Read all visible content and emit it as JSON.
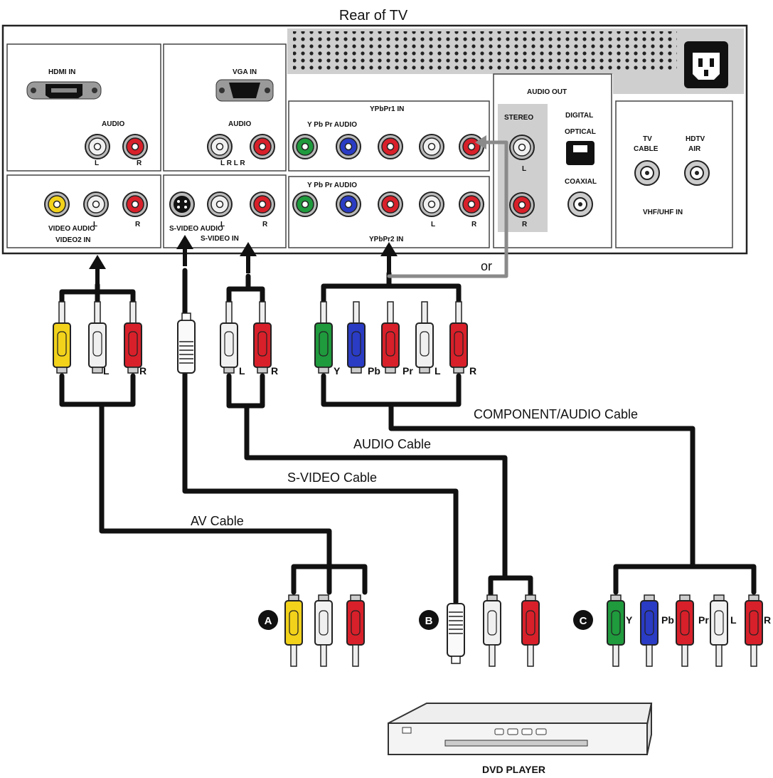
{
  "title": "Rear of TV",
  "panel": {
    "hdmi": {
      "title": "HDMI IN",
      "audio": "AUDIO",
      "l": "L",
      "r": "R"
    },
    "vga": {
      "title": "VGA IN",
      "audio": "AUDIO",
      "lr": "L R L R"
    },
    "ypbpr1": {
      "title": "YPbPr1 IN",
      "sub": "Y Pb Pr AUDIO"
    },
    "ypbpr2": {
      "title": "YPbPr2 IN",
      "sub": "Y Pb Pr AUDIO",
      "l": "L",
      "r": "R"
    },
    "audio_out": {
      "title": "AUDIO OUT",
      "stereo": "STEREO",
      "digital": "DIGITAL",
      "optical": "OPTICAL",
      "coaxial": "COAXIAL",
      "l": "L",
      "r": "R"
    },
    "antenna": {
      "tv": "TV",
      "cable": "CABLE",
      "hdtv": "HDTV",
      "air": "AIR",
      "vhf": "VHF/UHF IN"
    },
    "video2": {
      "title": "VIDEO2 IN",
      "video_audio": "VIDEO AUDIO",
      "l": "L",
      "r": "R"
    },
    "svideo": {
      "title": "S-VIDEO IN",
      "svideo_audio": "S-VIDEO AUDIO",
      "l": "L",
      "r": "R"
    }
  },
  "or_label": "or",
  "cables": {
    "av": "AV Cable",
    "svideo": "S-VIDEO Cable",
    "audio": "AUDIO Cable",
    "component": "COMPONENT/AUDIO Cable"
  },
  "plug_labels": {
    "l": "L",
    "r": "R",
    "y": "Y",
    "pb": "Pb",
    "pr": "Pr"
  },
  "markers": {
    "a": "A",
    "b": "B",
    "c": "C"
  },
  "device": "DVD PLAYER",
  "colors": {
    "yellow": "#f2d21a",
    "white": "#f0f0f0",
    "red": "#d8202a",
    "green": "#1f9a3d",
    "blue": "#2a3bc4",
    "cable": "#111111",
    "panel_gray": "#cfcfcf"
  }
}
